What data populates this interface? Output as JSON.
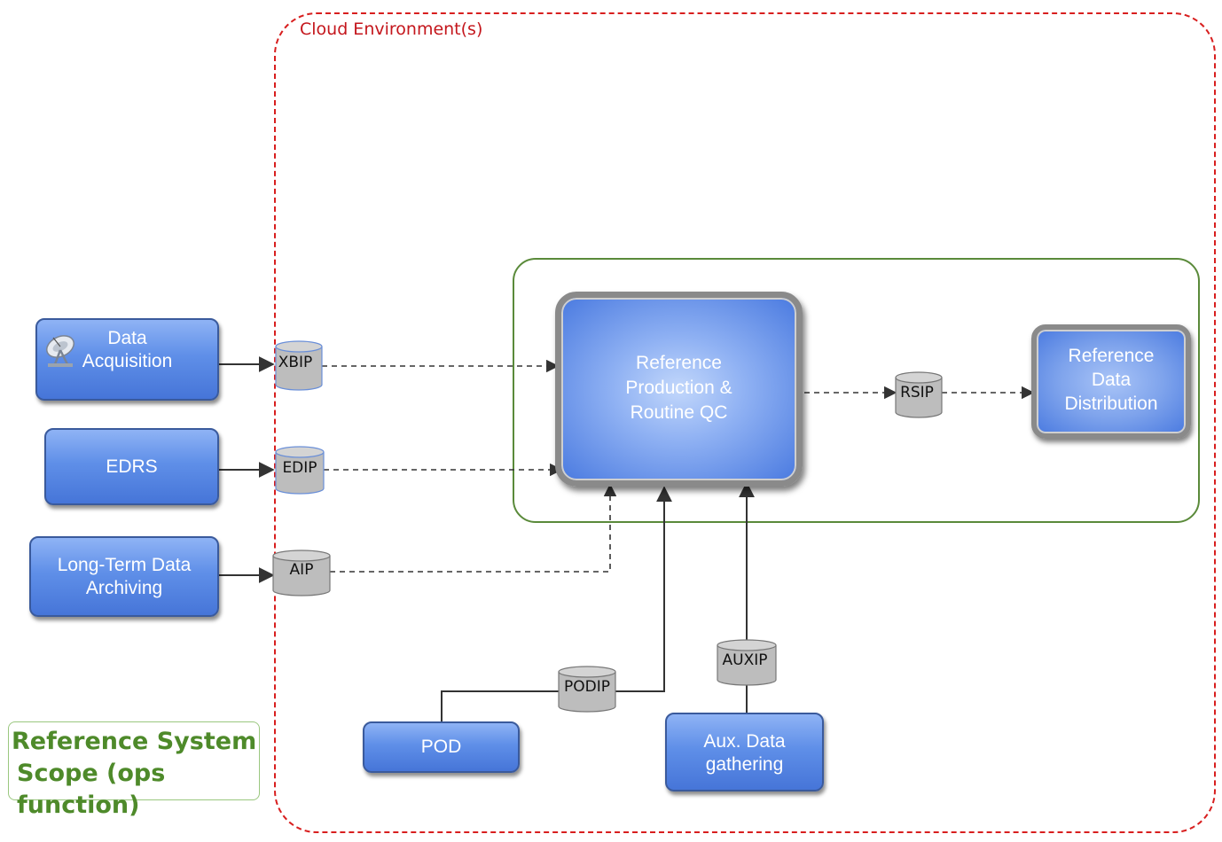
{
  "cloud_label": "Cloud Environment(s)",
  "legend": {
    "line1": "Reference System",
    "line2": "Scope (ops function)"
  },
  "boxes": {
    "data_acquisition": {
      "line1": "Data",
      "line2": "Acquisition"
    },
    "edrs": "EDRS",
    "ltda": {
      "line1": "Long-Term Data",
      "line2": "Archiving"
    },
    "ref_prod": {
      "line1": "Reference",
      "line2": "Production &",
      "line3": "Routine QC"
    },
    "ref_dist": {
      "line1": "Reference",
      "line2": "Data",
      "line3": "Distribution"
    },
    "pod": "POD",
    "aux": {
      "line1": "Aux. Data",
      "line2": "gathering"
    }
  },
  "interfaces": {
    "xbip": "XBIP",
    "edip": "EDIP",
    "aip": "AIP",
    "rsip": "RSIP",
    "podip": "PODIP",
    "auxip": "AUXIP"
  },
  "colors": {
    "cloud_border": "#d81e1e",
    "scope_border": "#5a8a3a",
    "legend_text": "#4e8a2a",
    "box_blue": "#5f8fe8",
    "cylinder_grey": "#bdbdbd"
  },
  "icons": {
    "satellite": "satellite-dish-icon"
  }
}
